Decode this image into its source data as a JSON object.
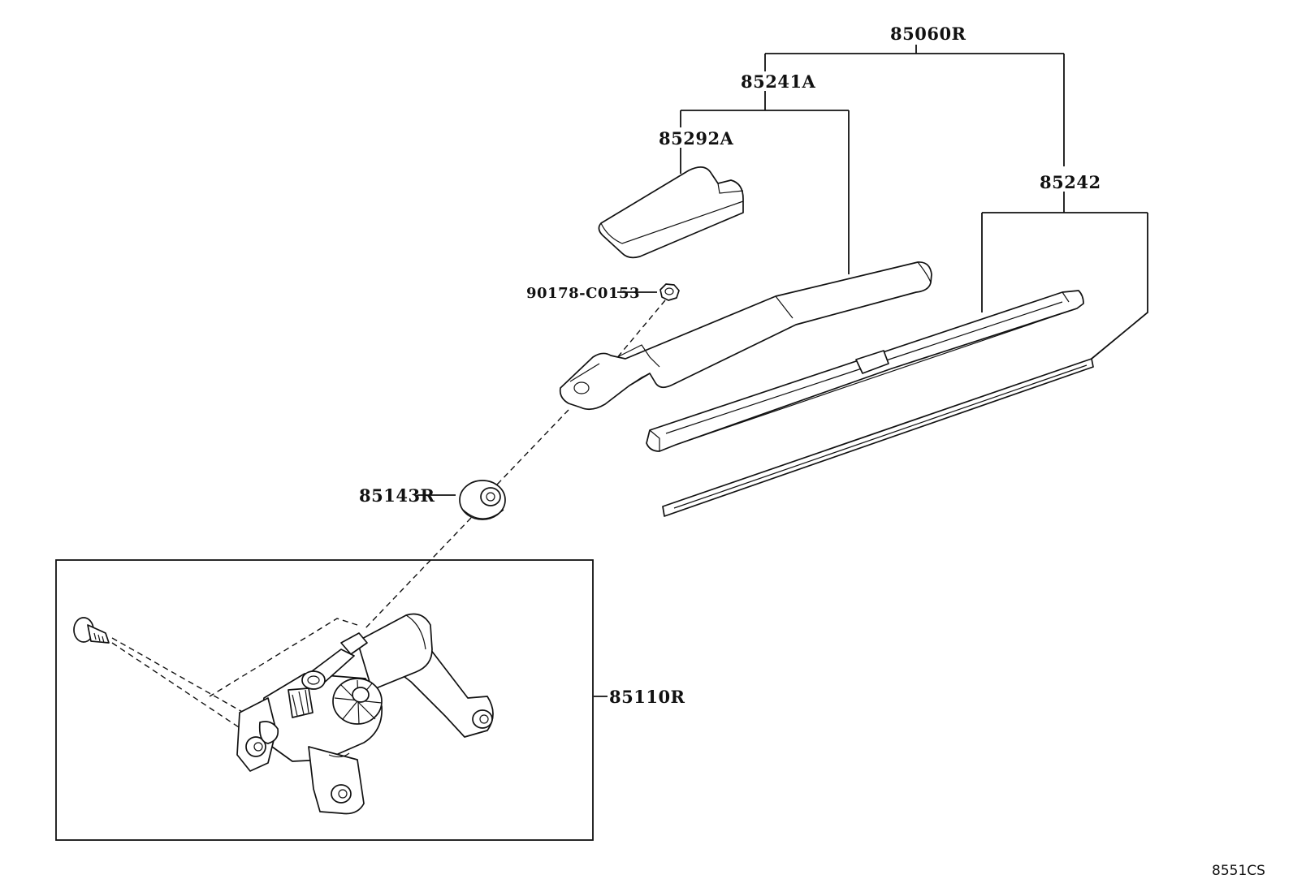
{
  "labels": {
    "wiper_arm_blade_assy": "85060R",
    "wiper_arm": "85241A",
    "arm_head_cap": "85292A",
    "wiper_blade": "85242",
    "nut": "90178-C0153",
    "pivot_cap": "85143R",
    "wiper_motor_assy": "85110R"
  },
  "diagram_code": "8551CS"
}
